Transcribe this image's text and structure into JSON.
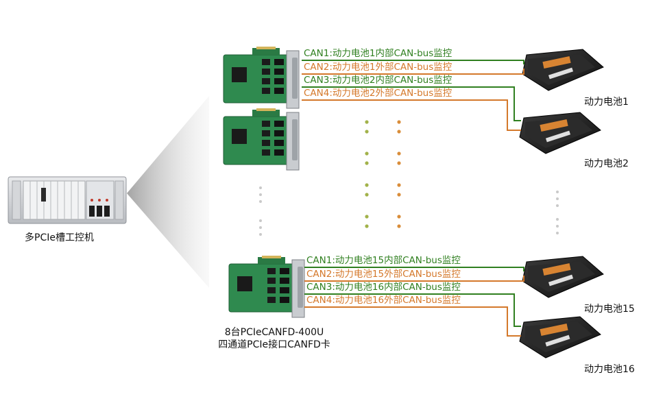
{
  "colors": {
    "green": "#2f7f1f",
    "orange": "#d4782a",
    "dot_green": "#a2b24a",
    "dot_orange": "#d98d3a",
    "dot_gray": "#c9c9c9",
    "pcb": "#2f8a4f"
  },
  "chassis": {
    "label": "多PCIe槽工控机",
    "icon": "industrial-pc-chassis-icon"
  },
  "card_caption": {
    "line1": "8台PCIeCANFD-400U",
    "line2": "四通道PCIe接口CANFD卡"
  },
  "group_top": {
    "lines": [
      "CAN1:动力电池1内部CAN-bus监控",
      "CAN2:动力电池1外部CAN-bus监控",
      "CAN3:动力电池2内部CAN-bus监控",
      "CAN4:动力电池2外部CAN-bus监控"
    ],
    "battery_a": "动力电池1",
    "battery_b": "动力电池2"
  },
  "group_bottom": {
    "lines": [
      "CAN1:动力电池15内部CAN-bus监控",
      "CAN2:动力电池15外部CAN-bus监控",
      "CAN3:动力电池16内部CAN-bus监控",
      "CAN4:动力电池16外部CAN-bus监控"
    ],
    "battery_a": "动力电池15",
    "battery_b": "动力电池16"
  },
  "icons": [
    "pcie-card-icon",
    "battery-pack-icon",
    "ellipsis-dots-icon"
  ]
}
